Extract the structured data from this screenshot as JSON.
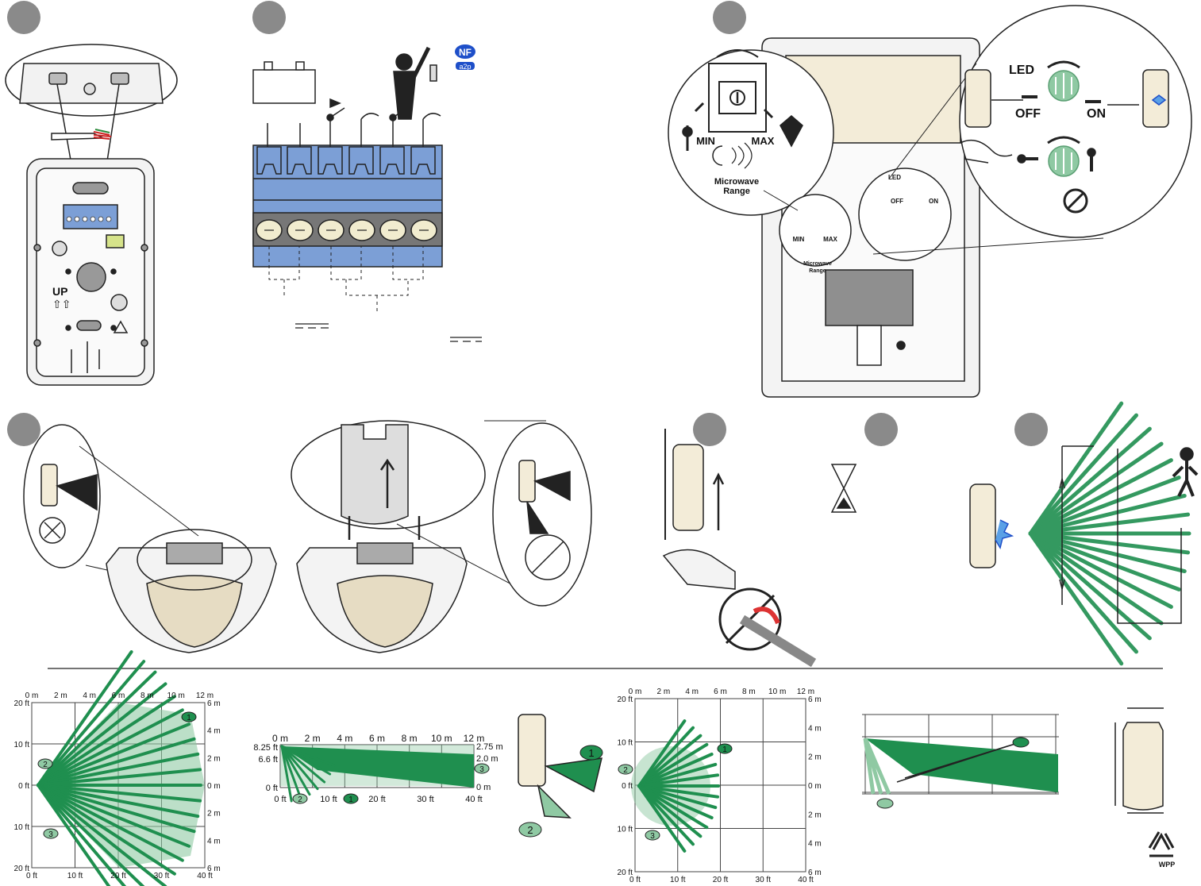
{
  "steps": {
    "marker": ""
  },
  "panel_wiring": {
    "logo": "NF",
    "badge": "a2p"
  },
  "panel_switches": {
    "led_label": "LED",
    "off_label": "OFF",
    "on_label": "ON",
    "min_label": "MIN",
    "max_label": "MAX",
    "range_label_1": "Microwave",
    "range_label_2": "Range",
    "small_led": "LED",
    "small_off": "OFF",
    "small_on": "ON",
    "small_min": "MIN",
    "small_max": "MAX",
    "small_range_1": "Microwave",
    "small_range_2": "Range"
  },
  "panel_base": {
    "up_label": "UP"
  },
  "coverage_top": {
    "x_m": [
      "0 m",
      "2 m",
      "4 m",
      "6 m",
      "8 m",
      "10 m",
      "12 m"
    ],
    "x_ft": [
      "0 ft",
      "10 ft",
      "20 ft",
      "30 ft",
      "40 ft"
    ],
    "y_left_ft": [
      "20 ft",
      "10 ft",
      "0 ft",
      "10 ft",
      "20 ft"
    ],
    "y_right_m": [
      "6 m",
      "4 m",
      "2 m",
      "0 m",
      "2 m",
      "4 m",
      "6 m"
    ],
    "markers": [
      "1",
      "2",
      "3"
    ]
  },
  "coverage_side": {
    "x_m": [
      "0 m",
      "2 m",
      "4 m",
      "6 m",
      "8 m",
      "10 m",
      "12 m"
    ],
    "x_ft": [
      "0 ft",
      "10 ft",
      "20 ft",
      "30 ft",
      "40 ft"
    ],
    "y_left": [
      "8.25 ft",
      "6.6 ft",
      "0 ft"
    ],
    "y_right": [
      "2.75 m",
      "2.0 m",
      "0 m"
    ],
    "markers": [
      "2",
      "1",
      "3"
    ]
  },
  "legend_markers": [
    "1",
    "2"
  ],
  "coverage_top2": {
    "x_m": [
      "0 m",
      "2 m",
      "4 m",
      "6 m",
      "8 m",
      "10 m",
      "12 m"
    ],
    "x_ft": [
      "0 ft",
      "10 ft",
      "20 ft",
      "30 ft",
      "40 ft"
    ],
    "y_left_ft": [
      "20 ft",
      "10 ft",
      "0 ft",
      "10 ft",
      "20 ft"
    ],
    "y_right_m": [
      "6 m",
      "4 m",
      "2 m",
      "0 m",
      "2 m",
      "4 m",
      "6 m"
    ],
    "markers": [
      "1",
      "2",
      "3"
    ]
  },
  "footer": {
    "recycle_label": "WPP"
  },
  "colors": {
    "green": "#1f8f4f",
    "light_green": "#8fc9a3",
    "blue": "#7c9fd6",
    "step_gray": "#8a8a8a",
    "tan": "#e6dcc3"
  }
}
